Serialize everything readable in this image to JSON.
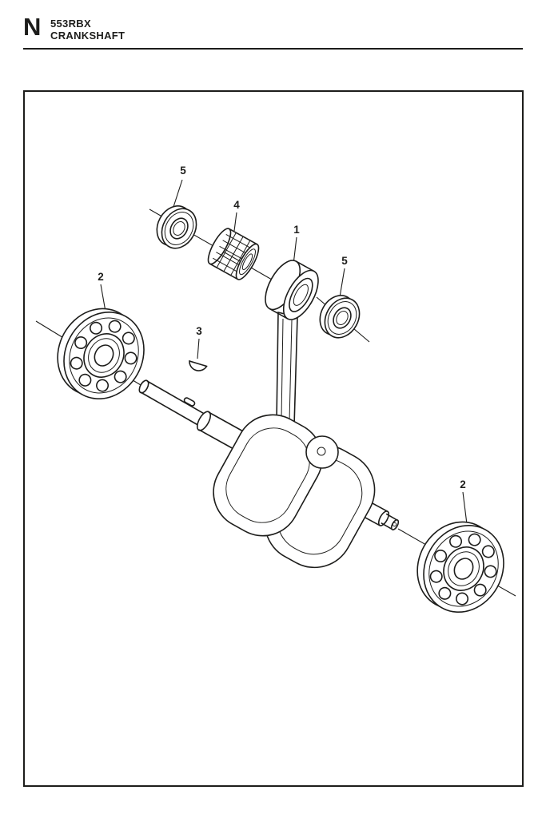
{
  "page": {
    "header": {
      "section_letter": "N",
      "model": "553RBX",
      "title": "CRANKSHAFT"
    }
  },
  "diagram": {
    "callouts": [
      {
        "ref": "5"
      },
      {
        "ref": "4"
      },
      {
        "ref": "1"
      },
      {
        "ref": "5"
      },
      {
        "ref": "2"
      },
      {
        "ref": "3"
      },
      {
        "ref": "2"
      }
    ],
    "ink_color": "#1d1d1b",
    "background_color": "#ffffff"
  }
}
